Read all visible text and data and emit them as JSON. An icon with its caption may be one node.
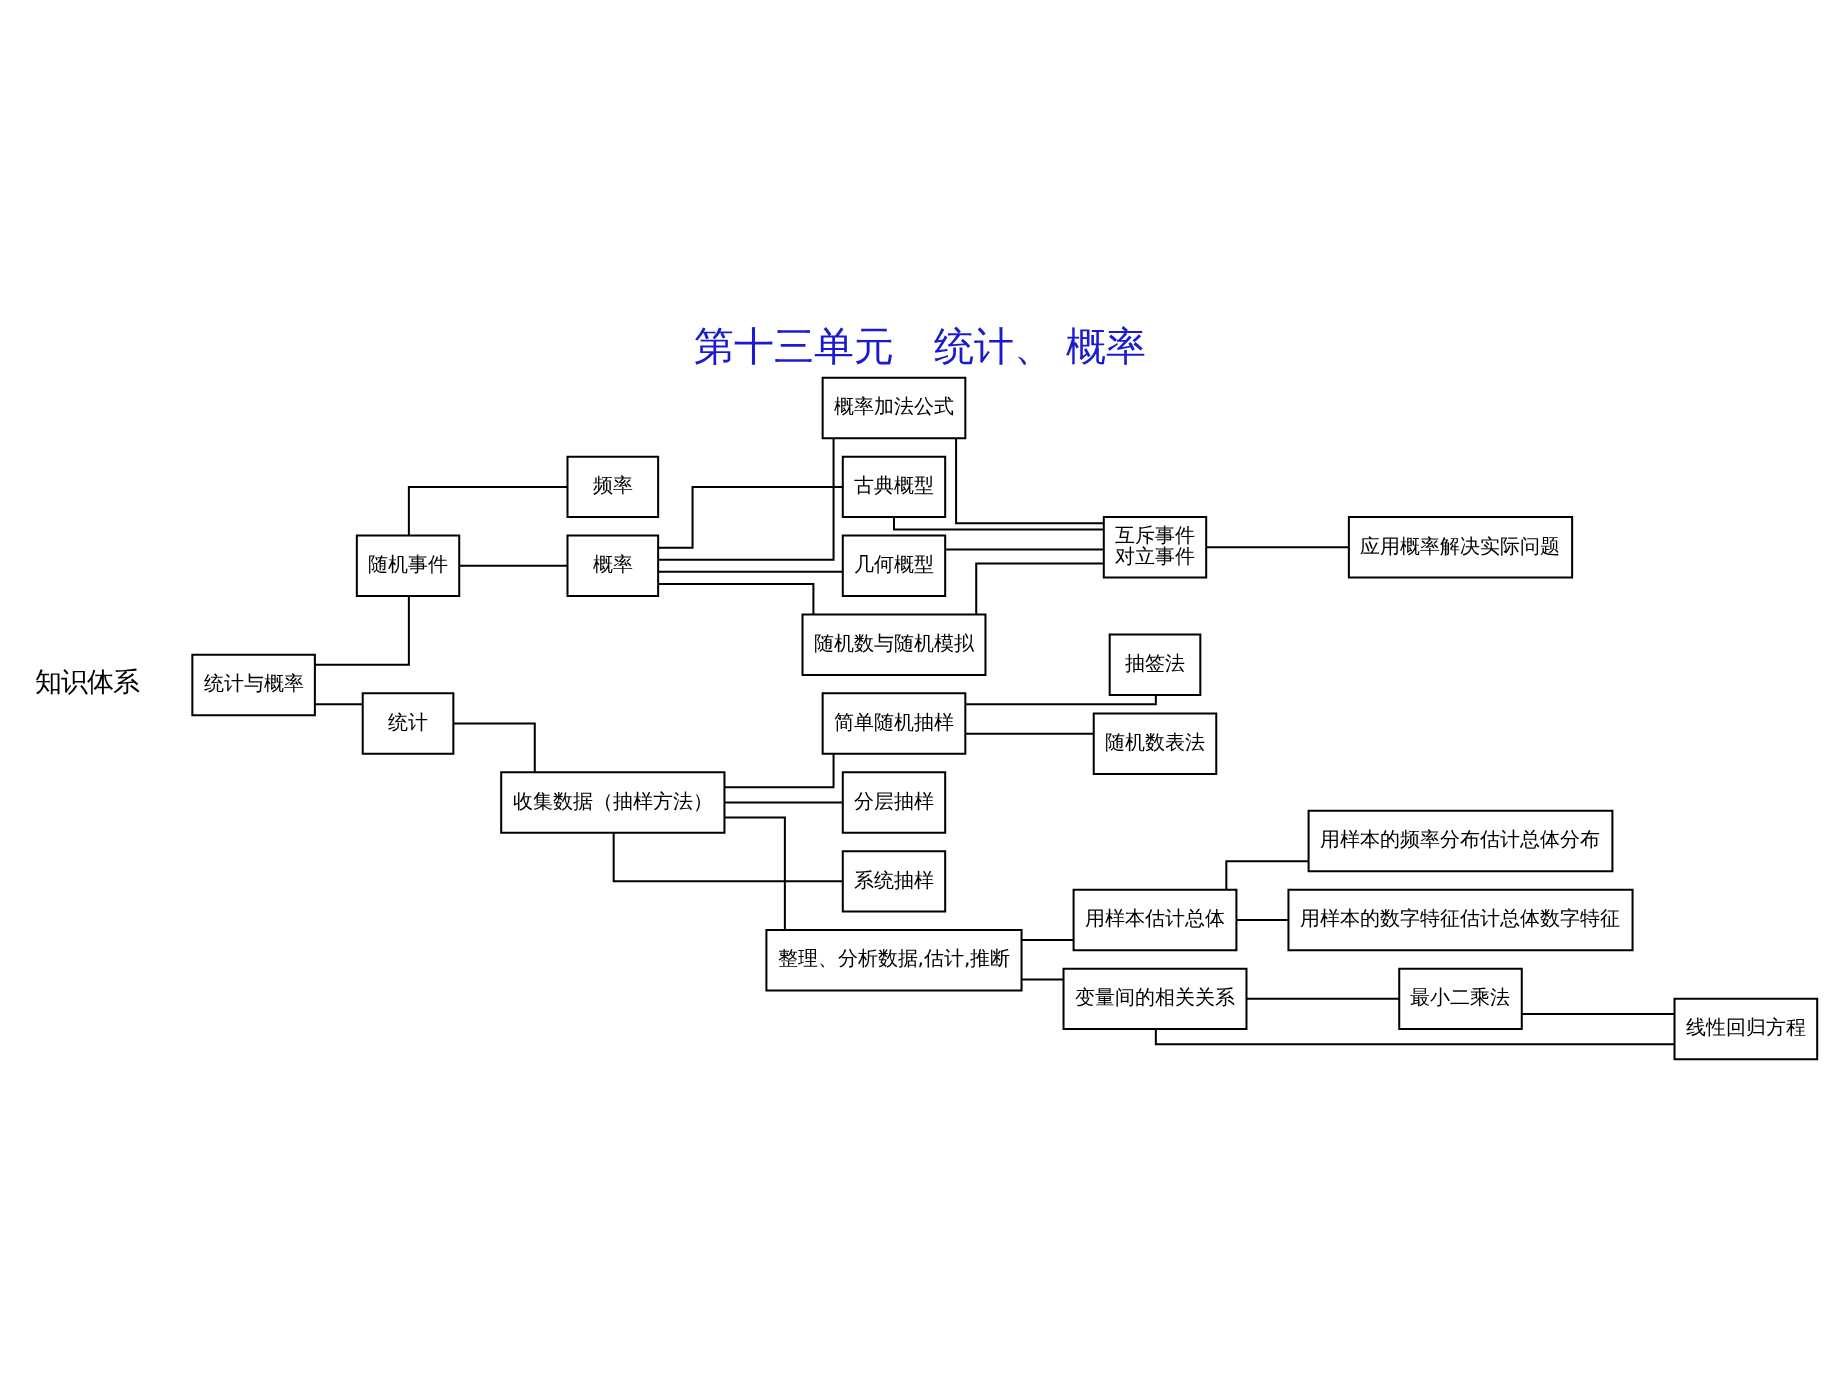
{
  "diagram": {
    "title": "第十三单元　统计、 概率",
    "nodes": [
      {
        "text": [
          "统计与概率"
        ]
      },
      {
        "text": [
          "随机事件"
        ]
      },
      {
        "text": [
          "频率"
        ]
      },
      {
        "text": [
          "概率"
        ]
      },
      {
        "text": [
          "概率加法公式"
        ]
      },
      {
        "text": [
          "古典概型"
        ]
      },
      {
        "text": [
          "几何概型"
        ]
      },
      {
        "text": [
          "随机数与随机模拟"
        ]
      },
      {
        "text": [
          "互斥事件",
          "对立事件"
        ]
      },
      {
        "text": [
          "应用概率解决实际问题"
        ]
      },
      {
        "text": [
          "统计"
        ]
      },
      {
        "text": [
          "收集数据（抽样方法）"
        ]
      },
      {
        "text": [
          "简单随机抽样"
        ]
      },
      {
        "text": [
          "分层抽样"
        ]
      },
      {
        "text": [
          "系统抽样"
        ]
      },
      {
        "text": [
          "整理、分析数据,估计,推断"
        ]
      },
      {
        "text": [
          "抽签法"
        ]
      },
      {
        "text": [
          "随机数表法"
        ]
      },
      {
        "text": [
          "用样本估计总体"
        ]
      },
      {
        "text": [
          "变量间的相关关系"
        ]
      },
      {
        "text": [
          "用样本的频率分布估计总体分布"
        ]
      },
      {
        "text": [
          "用样本的数字特征估计总体数字特征"
        ]
      },
      {
        "text": [
          "最小二乘法"
        ]
      },
      {
        "text": [
          "线性回归方程"
        ]
      }
    ],
    "edges": [
      {
        "from": 0,
        "to": 1,
        "arrow": "none"
      },
      {
        "from": 0,
        "to": 10,
        "arrow": "none"
      },
      {
        "from": 1,
        "to": 2,
        "arrow": "none"
      },
      {
        "from": 1,
        "to": 3,
        "arrow": "none"
      },
      {
        "from": 3,
        "to": 4,
        "arrow": "none"
      },
      {
        "from": 3,
        "to": 5,
        "arrow": "none"
      },
      {
        "from": 3,
        "to": 6,
        "arrow": "none"
      },
      {
        "from": 3,
        "to": 7,
        "arrow": "none"
      },
      {
        "from": 4,
        "to": 8,
        "arrow": "none"
      },
      {
        "from": 5,
        "to": 8,
        "arrow": "none"
      },
      {
        "from": 6,
        "to": 8,
        "arrow": "none"
      },
      {
        "from": 7,
        "to": 8,
        "arrow": "none"
      },
      {
        "from": 8,
        "to": 9,
        "arrow": "none"
      },
      {
        "from": 10,
        "to": 11,
        "arrow": "none"
      },
      {
        "from": 11,
        "to": 12,
        "arrow": "none"
      },
      {
        "from": 11,
        "to": 13,
        "arrow": "none"
      },
      {
        "from": 11,
        "to": 14,
        "arrow": "none"
      },
      {
        "from": 11,
        "to": 15,
        "arrow": "none"
      },
      {
        "from": 12,
        "to": 16,
        "arrow": "none"
      },
      {
        "from": 12,
        "to": 17,
        "arrow": "none"
      },
      {
        "from": 15,
        "to": 18,
        "arrow": "none"
      },
      {
        "from": 15,
        "to": 19,
        "arrow": "none"
      },
      {
        "from": 18,
        "to": 20,
        "arrow": "none"
      },
      {
        "from": 18,
        "to": 21,
        "arrow": "none"
      },
      {
        "from": 19,
        "to": 22,
        "arrow": "none"
      },
      {
        "from": 19,
        "to": 23,
        "arrow": "none"
      },
      {
        "from": 22,
        "to": 23,
        "arrow": "none"
      }
    ],
    "labels": [
      "知识体系"
    ]
  }
}
